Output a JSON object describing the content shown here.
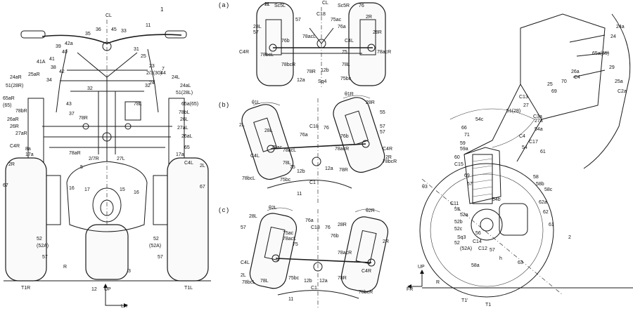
{
  "figure_number": "1",
  "views": {
    "front": {
      "labels": [
        "CL",
        "36",
        "45",
        "33",
        "35",
        "11",
        "42a",
        "39",
        "40",
        "41",
        "41A",
        "38",
        "42",
        "25aR",
        "34",
        "24aR",
        "51(28R)",
        "65aR",
        "(65)",
        "78bR",
        "26aR",
        "26R",
        "27aR",
        "C4R",
        "8a",
        "17a",
        "2R",
        "67",
        "43",
        "37",
        "78R",
        "78aR",
        "2/7R",
        "27L",
        "16",
        "17",
        "15",
        "16",
        "52",
        "(52A)",
        "57",
        "R",
        "T1R",
        "12",
        "UP",
        "LH",
        "3",
        "31",
        "25",
        "23",
        "2/3(30)",
        "32",
        "24",
        "44",
        "24L",
        "24aL",
        "51(28L)",
        "65a(65)",
        "78bL",
        "26L",
        "27aL",
        "26aL",
        "65",
        "17a",
        "C4L",
        "2L",
        "67",
        "52",
        "(52A)",
        "57",
        "T1L",
        "78L",
        "32",
        "5",
        "7"
      ]
    },
    "section_a": {
      "tag": "(a)",
      "labels": [
        "2L",
        "28L",
        "57",
        "Sc5L",
        "CL",
        "Sc5R",
        "C18",
        "76",
        "2R",
        "28R",
        "57",
        "75ac",
        "76a",
        "76b",
        "C4L",
        "C4R",
        "78bcL",
        "78acL",
        "75",
        "78acR",
        "78bcR",
        "78L",
        "78R",
        "12b",
        "12a",
        "75bc",
        "Sq4",
        "11"
      ]
    },
    "section_b": {
      "tag": "(b)",
      "labels": [
        "θ1L",
        "θ1R",
        "28R",
        "55",
        "57",
        "2L",
        "28L",
        "C18",
        "76",
        "76a",
        "76b",
        "78acR",
        "C4R",
        "78bcR",
        "57",
        "78acL",
        "2R",
        "C4L",
        "75ac",
        "78L",
        "75",
        "12b",
        "12a",
        "78R",
        "78bcL",
        "75bc",
        "C1",
        "11"
      ]
    },
    "section_c": {
      "tag": "(c)",
      "labels": [
        "θ2L",
        "θ2R",
        "28L",
        "76a",
        "C18",
        "76",
        "57",
        "75ac",
        "78acL",
        "76b",
        "28R",
        "75",
        "78acR",
        "2R",
        "C4L",
        "2L",
        "78L",
        "75bc",
        "12b",
        "C1",
        "12a",
        "78R",
        "C4R",
        "78bcL",
        "78bcR",
        "11"
      ]
    },
    "side": {
      "labels": [
        "24a",
        "24",
        "65a(65)",
        "29",
        "25a",
        "C2a",
        "26a",
        "C4",
        "70",
        "25",
        "69",
        "C13",
        "27",
        "51(28)",
        "54c",
        "66",
        "71",
        "59",
        "59a",
        "60",
        "C15",
        "C17",
        "54a",
        "27a",
        "C3a",
        "C4",
        "54",
        "61",
        "69",
        "58",
        "58b",
        "58c",
        "62a",
        "62",
        "61",
        "67",
        "C11",
        "53",
        "52a",
        "52b",
        "52c",
        "Sq3",
        "52",
        "(52A)",
        "54b",
        "56",
        "C14",
        "C12",
        "57",
        "h",
        "63",
        "58a",
        "θ3",
        "2",
        "UP",
        "FR",
        "R",
        "T1'",
        "T1"
      ]
    }
  }
}
